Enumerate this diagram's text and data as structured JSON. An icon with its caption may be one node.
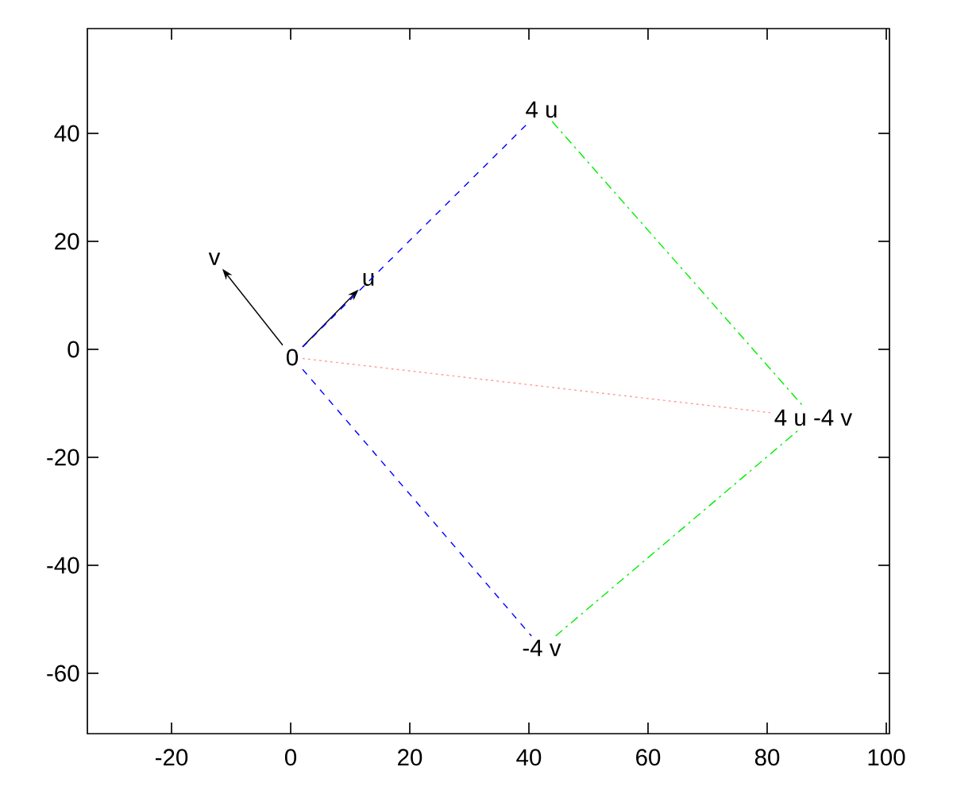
{
  "diagram": {
    "nodes": [
      {
        "text": [
          "0"
        ]
      },
      {
        "text": [
          "u"
        ]
      },
      {
        "text": [
          "v"
        ]
      },
      {
        "text": [
          "4 u"
        ]
      },
      {
        "text": [
          "-4 v"
        ]
      },
      {
        "text": [
          "4 u -4 v"
        ]
      }
    ],
    "edges": [
      {
        "from": 0,
        "to": 1,
        "arrow": "to"
      },
      {
        "from": 0,
        "to": 2,
        "arrow": "to"
      },
      {
        "from": 0,
        "to": 3,
        "arrow": "none",
        "style": "dashed",
        "color": "#0000ff"
      },
      {
        "from": 0,
        "to": 4,
        "arrow": "none",
        "style": "dashed",
        "color": "#0000ff"
      },
      {
        "from": 3,
        "to": 5,
        "arrow": "none",
        "style": "dashed",
        "color": "#00ee00"
      },
      {
        "from": 4,
        "to": 5,
        "arrow": "none",
        "style": "dashed",
        "color": "#00ee00"
      },
      {
        "from": 0,
        "to": 5,
        "arrow": "none",
        "style": "dashed",
        "color": "#ff9999"
      }
    ],
    "labels": [
      "40",
      "20",
      "0",
      "-20",
      "-40",
      "-60",
      "-20",
      "0",
      "20",
      "40",
      "60",
      "80",
      "100"
    ]
  }
}
